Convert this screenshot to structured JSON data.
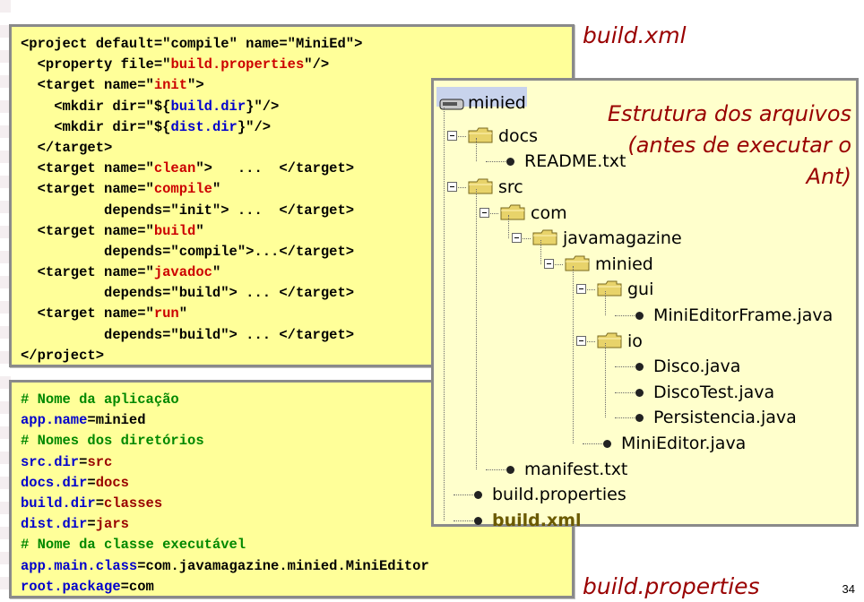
{
  "xml_caption": "build.xml",
  "props_caption": "build.properties",
  "page_number": "34",
  "tree_note": "Estrutura dos arquivos (antes de executar o Ant)",
  "colors": {
    "caption": "#990000",
    "panel_bg": "#ffff99",
    "string": "#cc0000",
    "variable": "#0000cc",
    "comment": "#008800"
  },
  "xml_lines": [
    [
      [
        "t",
        "<project default=\""
      ],
      [
        "t",
        "compile"
      ],
      [
        "t",
        "\" name=\""
      ],
      [
        "t",
        "MiniEd"
      ],
      [
        "t",
        "\">"
      ]
    ],
    [
      [
        "t",
        "  <property file=\""
      ],
      [
        "s",
        "build.properties"
      ],
      [
        "t",
        "\"/>"
      ]
    ],
    [
      [
        "t",
        "  <target name=\""
      ],
      [
        "s",
        "init"
      ],
      [
        "t",
        "\">"
      ]
    ],
    [
      [
        "t",
        "    <mkdir dir=\"${"
      ],
      [
        "v",
        "build.dir"
      ],
      [
        "t",
        "}\"/>"
      ]
    ],
    [
      [
        "t",
        "    <mkdir dir=\"${"
      ],
      [
        "v",
        "dist.dir"
      ],
      [
        "t",
        "}\"/>"
      ]
    ],
    [
      [
        "t",
        "  </target>"
      ]
    ],
    [
      [
        "t",
        "  <target name=\""
      ],
      [
        "s",
        "clean"
      ],
      [
        "t",
        "\">   ...  </target>"
      ]
    ],
    [
      [
        "t",
        "  <target name=\""
      ],
      [
        "s",
        "compile"
      ],
      [
        "t",
        "\""
      ]
    ],
    [
      [
        "t",
        "          depends=\"init\"> ...  </target>"
      ]
    ],
    [
      [
        "t",
        "  <target name=\""
      ],
      [
        "s",
        "build"
      ],
      [
        "t",
        "\""
      ]
    ],
    [
      [
        "t",
        "          depends=\"compile\">...</target>"
      ]
    ],
    [
      [
        "t",
        "  <target name=\""
      ],
      [
        "s",
        "javadoc"
      ],
      [
        "t",
        "\""
      ]
    ],
    [
      [
        "t",
        "          depends=\"build\"> ... </target>"
      ]
    ],
    [
      [
        "t",
        "  <target name=\""
      ],
      [
        "s",
        "run"
      ],
      [
        "t",
        "\""
      ]
    ],
    [
      [
        "t",
        "          depends=\"build\"> ... </target>"
      ]
    ],
    [
      [
        "t",
        "</project>"
      ]
    ]
  ],
  "props_lines": [
    [
      [
        "c",
        "# Nome da aplicação"
      ]
    ],
    [
      [
        "k",
        "app.name"
      ],
      [
        "t",
        "=minied"
      ]
    ],
    [
      [
        "c",
        "# Nomes dos diretórios"
      ]
    ],
    [
      [
        "k",
        "src.dir"
      ],
      [
        "t",
        "="
      ],
      [
        "w",
        "src"
      ]
    ],
    [
      [
        "k",
        "docs.dir"
      ],
      [
        "t",
        "="
      ],
      [
        "w",
        "docs"
      ]
    ],
    [
      [
        "k",
        "build.dir"
      ],
      [
        "t",
        "="
      ],
      [
        "w",
        "classes"
      ]
    ],
    [
      [
        "k",
        "dist.dir"
      ],
      [
        "t",
        "="
      ],
      [
        "w",
        "jars"
      ]
    ],
    [
      [
        "c",
        "# Nome da classe executável"
      ]
    ],
    [
      [
        "k",
        "app.main.class"
      ],
      [
        "t",
        "=com.javamagazine.minied.MiniEditor"
      ]
    ],
    [
      [
        "k",
        "root.package"
      ],
      [
        "t",
        "=com"
      ]
    ]
  ],
  "tree": [
    {
      "label": "minied",
      "kind": "root"
    },
    {
      "label": "docs",
      "kind": "folder"
    },
    {
      "label": "README.txt",
      "kind": "file"
    },
    {
      "label": "src",
      "kind": "folder"
    },
    {
      "label": "com",
      "kind": "folder"
    },
    {
      "label": "javamagazine",
      "kind": "folder"
    },
    {
      "label": "minied",
      "kind": "folder"
    },
    {
      "label": "gui",
      "kind": "folder"
    },
    {
      "label": "MiniEditorFrame.java",
      "kind": "file"
    },
    {
      "label": "io",
      "kind": "folder"
    },
    {
      "label": "Disco.java",
      "kind": "file"
    },
    {
      "label": "DiscoTest.java",
      "kind": "file"
    },
    {
      "label": "Persistencia.java",
      "kind": "file"
    },
    {
      "label": "MiniEditor.java",
      "kind": "file"
    },
    {
      "label": "manifest.txt",
      "kind": "file"
    },
    {
      "label": "build.properties",
      "kind": "file"
    },
    {
      "label": "build.xml",
      "kind": "file-bold"
    }
  ]
}
